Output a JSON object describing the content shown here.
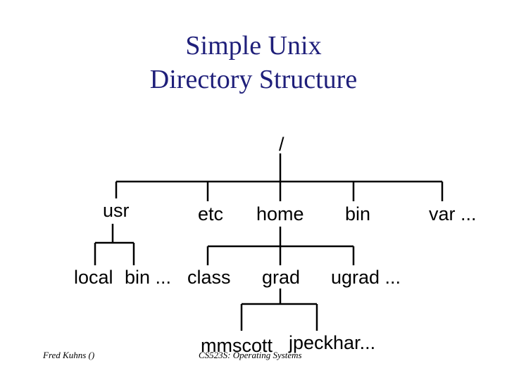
{
  "title": {
    "line1": "Simple Unix",
    "line2": "Directory Structure"
  },
  "root": "/",
  "level1": {
    "usr": "usr",
    "etc": "etc",
    "home": "home",
    "bin": "bin",
    "var": "var ..."
  },
  "level2": {
    "local": "local",
    "bin": "bin ...",
    "class": "class",
    "grad": "grad",
    "ugrad": "ugrad ..."
  },
  "level3": {
    "mmscott": "mmscott",
    "jpeckhar": "jpeckhar..."
  },
  "footer": {
    "author": "Fred Kuhns ()",
    "course": "CS523S: Operating Systems"
  }
}
